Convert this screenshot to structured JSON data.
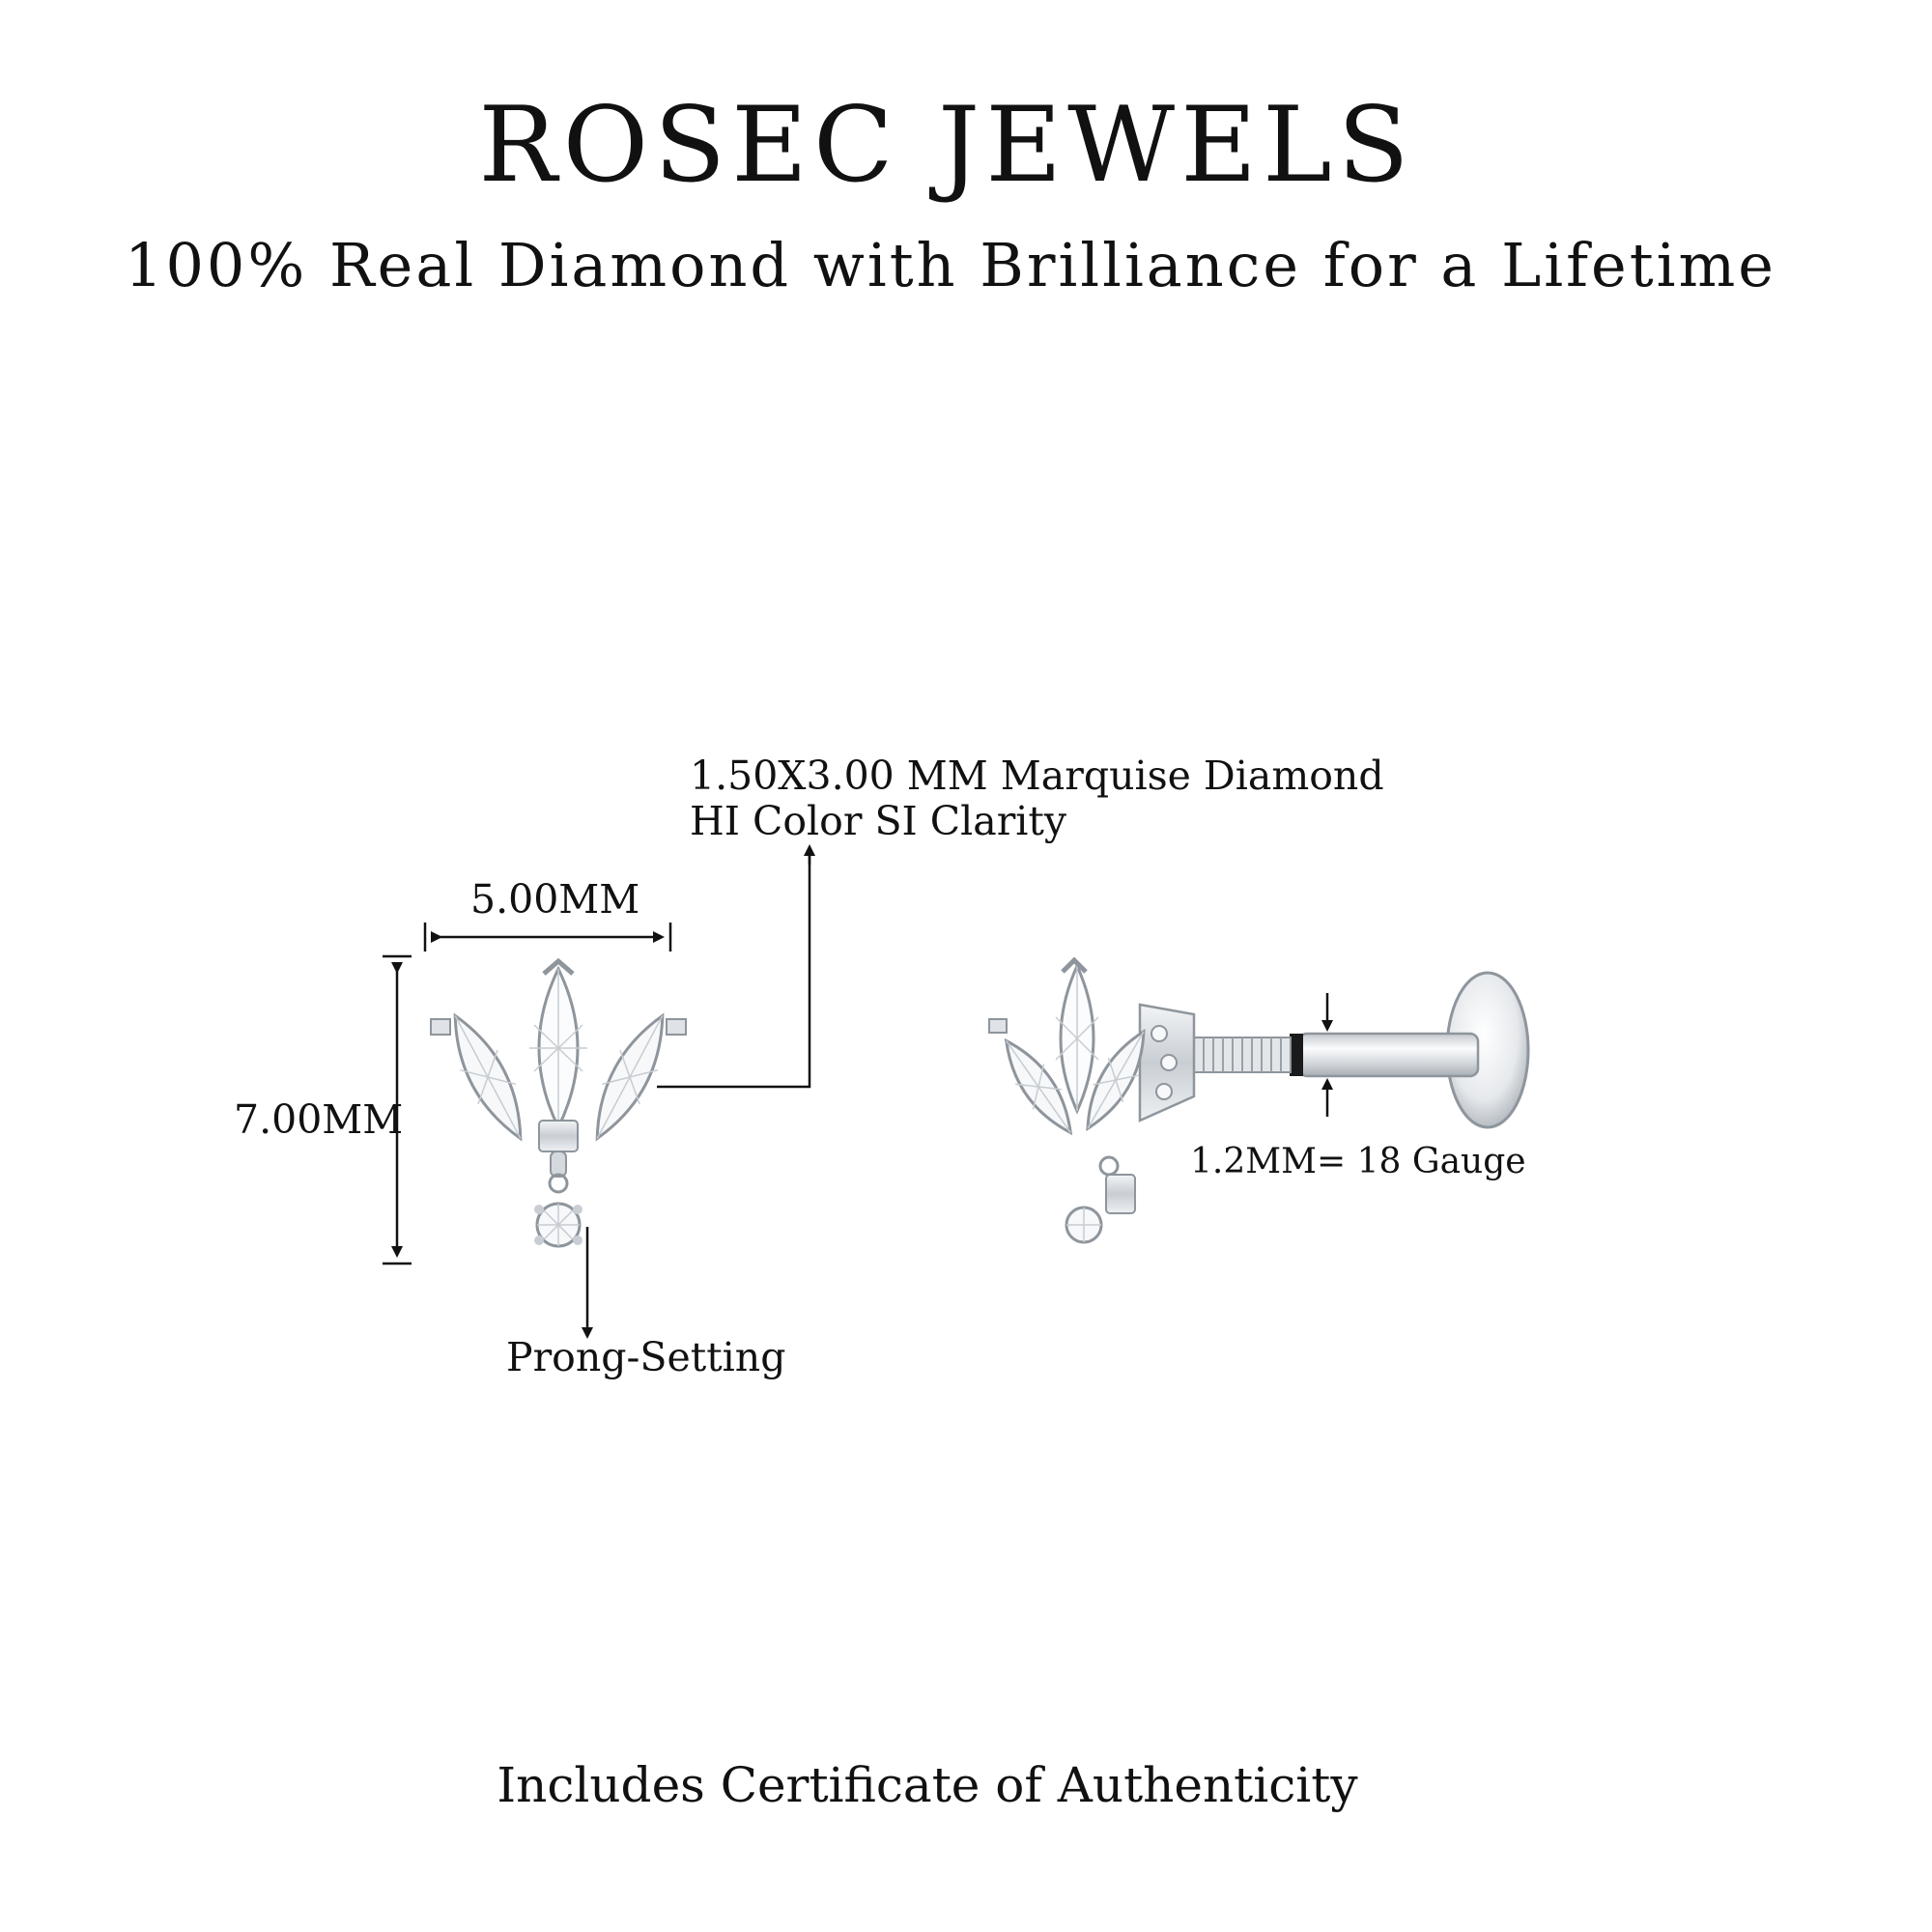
{
  "header": {
    "brand": "ROSEC JEWELS",
    "tagline": "100% Real Diamond with Brilliance for a Lifetime"
  },
  "diagram": {
    "width_label": "5.00MM",
    "height_label": "7.00MM",
    "stone_spec": {
      "line1": "1.50X3.00 MM Marquise Diamond",
      "line2": "HI Color SI Clarity"
    },
    "setting_label": "Prong-Setting",
    "gauge_label": "1.2MM= 18 Gauge"
  },
  "footer": {
    "certificate": "Includes Certificate of Authenticity"
  },
  "colors": {
    "text": "#111111",
    "metal": "#d9dde2",
    "metal_shadow": "#9aa1a8",
    "diamond": "#f4f6f8",
    "background": "#ffffff"
  }
}
